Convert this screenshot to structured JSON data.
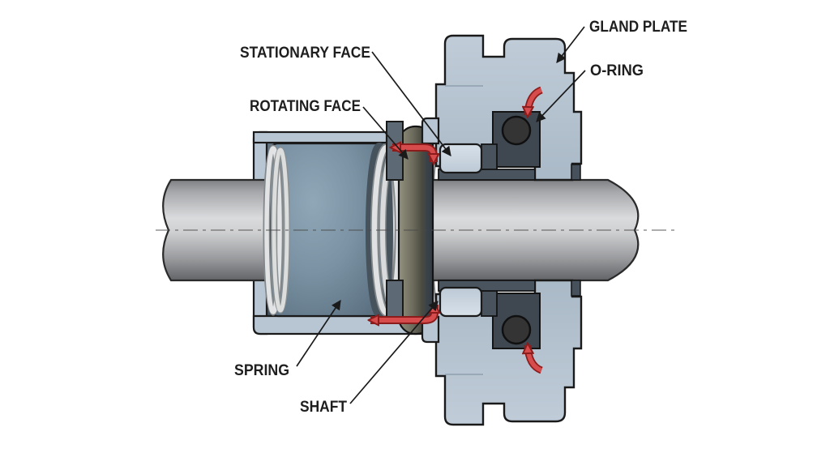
{
  "diagram": {
    "subject": "mechanical-seal-cross-section",
    "labels": {
      "stationary_face": "STATIONARY FACE",
      "rotating_face": "ROTATING FACE",
      "gland_plate": "GLAND PLATE",
      "o_ring": "O-RING",
      "spring": "SPRING",
      "shaft": "SHAFT"
    },
    "colors": {
      "body_light_blue": "#b8c5d2",
      "stationary_face_fill": "#cfdbe6",
      "cartridge_steel_blue": "#73899a",
      "interior_slate": "#515e69",
      "rotating_face_olive": "#6e6d5e",
      "shaft_gray": "#b9babd",
      "o_ring_black": "#343434",
      "flow_arrow_red": "#d64b4b",
      "outline": "#1a1a1a"
    }
  }
}
